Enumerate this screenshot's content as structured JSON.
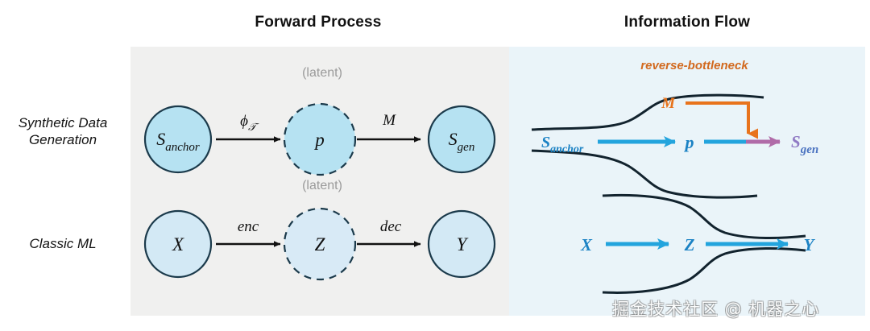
{
  "panels": {
    "forward": {
      "title": "Forward Process",
      "background": "#f0f0ef"
    },
    "info": {
      "title": "Information Flow",
      "background": "#eaf4f9"
    }
  },
  "row_labels": [
    {
      "id": "synthetic-data-generation",
      "text": "Synthetic Data\nGeneration"
    },
    {
      "id": "classic-ml",
      "text": "Classic ML"
    }
  ],
  "captions": {
    "latent_top": "(latent)",
    "latent_bottom": "(latent)"
  },
  "forward_process": {
    "rows": [
      {
        "id": "synthetic-data-generation",
        "nodes": [
          {
            "id": "s-anchor",
            "base": "S",
            "sub": "anchor",
            "style": "solid",
            "fill": "#b6e2f2"
          },
          {
            "id": "p",
            "base": "p",
            "sub": "",
            "style": "dashed",
            "fill": "#b6e2f2"
          },
          {
            "id": "s-gen",
            "base": "S",
            "sub": "gen",
            "style": "solid",
            "fill": "#b6e2f2"
          }
        ],
        "edges": [
          {
            "id": "phi-t",
            "label": "ϕ",
            "sub": "𝒯"
          },
          {
            "id": "m",
            "label": "M",
            "sub": ""
          }
        ]
      },
      {
        "id": "classic-ml",
        "nodes": [
          {
            "id": "x",
            "base": "X",
            "sub": "",
            "style": "solid",
            "fill": "#d3e9f5"
          },
          {
            "id": "z",
            "base": "Z",
            "sub": "",
            "style": "dashed",
            "fill": "#d8eaf6"
          },
          {
            "id": "y",
            "base": "Y",
            "sub": "",
            "style": "solid",
            "fill": "#d3e9f5"
          }
        ],
        "edges": [
          {
            "id": "enc",
            "label": "enc",
            "sub": ""
          },
          {
            "id": "dec",
            "label": "dec",
            "sub": ""
          }
        ]
      }
    ]
  },
  "information_flow": {
    "annotation": "reverse-bottleneck",
    "annotation_color": "#d2691e",
    "top_row": {
      "source": {
        "base": "S",
        "sub": "anchor",
        "color": "#1b82c4"
      },
      "middle": {
        "base": "p",
        "sub": "",
        "color": "#1b82c4"
      },
      "target": {
        "base": "S",
        "sub": "gen",
        "color": "#8f79c4"
      },
      "injection": {
        "base": "M",
        "sub": "",
        "color": "#e8731c"
      },
      "arrow_in_color": "#23a4dd",
      "arrow_out_color": "#b06ba8"
    },
    "bottom_row": {
      "source": {
        "base": "X",
        "sub": "",
        "color": "#1b82c4"
      },
      "middle": {
        "base": "Z",
        "sub": "",
        "color": "#1b82c4"
      },
      "target": {
        "base": "Y",
        "sub": "",
        "color": "#1b82c4"
      },
      "arrow_color": "#23a4dd"
    }
  },
  "watermark": "掘金技术社区 @ 机器之心"
}
